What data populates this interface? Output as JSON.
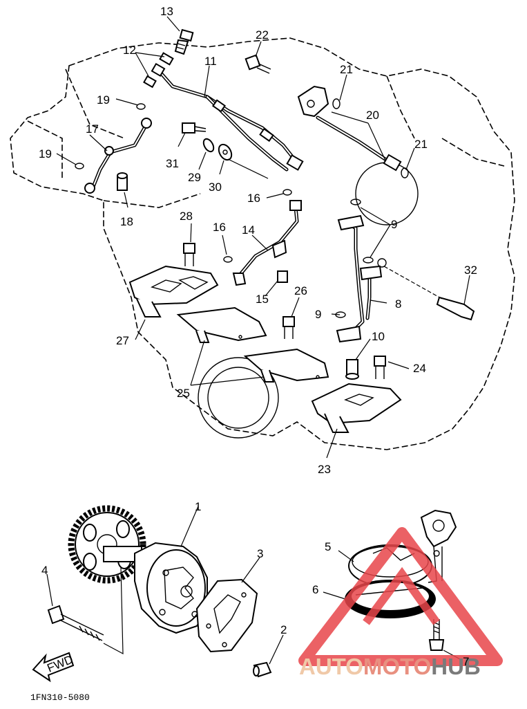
{
  "callouts": {
    "c1": "1",
    "c2": "2",
    "c3": "3",
    "c4": "4",
    "c5": "5",
    "c6": "6",
    "c7": "7",
    "c8": "8",
    "c9a": "9",
    "c9b": "9",
    "c10": "10",
    "c11": "11",
    "c12": "12",
    "c13": "13",
    "c14": "14",
    "c15": "15",
    "c16a": "16",
    "c16b": "16",
    "c17": "17",
    "c18": "18",
    "c19a": "19",
    "c19b": "19",
    "c20": "20",
    "c21a": "21",
    "c21b": "21",
    "c22": "22",
    "c23": "23",
    "c24": "24",
    "c25": "25",
    "c26": "26",
    "c27": "27",
    "c28": "28",
    "c29": "29",
    "c30": "30",
    "c31": "31",
    "c32": "32"
  },
  "fwd_label": "FWD",
  "diagram_code": "1FN310-5080",
  "watermark": {
    "part1": "AUTO",
    "part2": "MOTO",
    "part3": "HUB",
    "colors": {
      "auto": "#f0c9a8",
      "moto": "#e89080",
      "hub": "#7a7a7a",
      "triangle": "#e8454a"
    }
  }
}
